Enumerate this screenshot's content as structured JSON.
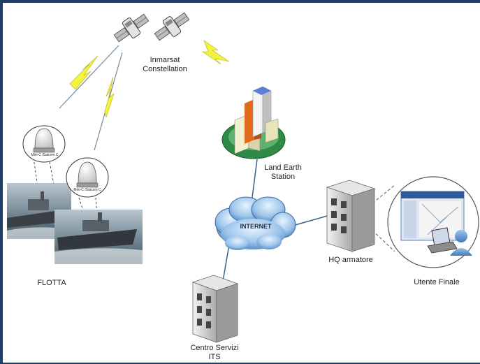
{
  "labels": {
    "satellite": "Inmarsat\nConstellation",
    "les": "Land Earth\nStation",
    "internet": "INTERNET",
    "hq": "HQ armatore",
    "user": "Utente Finale",
    "fleet": "FLOTTA",
    "service_center": "Centro Servizi\nITS",
    "terminal_1": "Mini-C /Satcom C",
    "terminal_2": "Mini-C /Satcom C"
  },
  "colors": {
    "frame": "#1f3f6b",
    "lightning": "#f4f23a",
    "cloud": "#7fb2e0",
    "ellipse_green": "#2f8a45"
  }
}
